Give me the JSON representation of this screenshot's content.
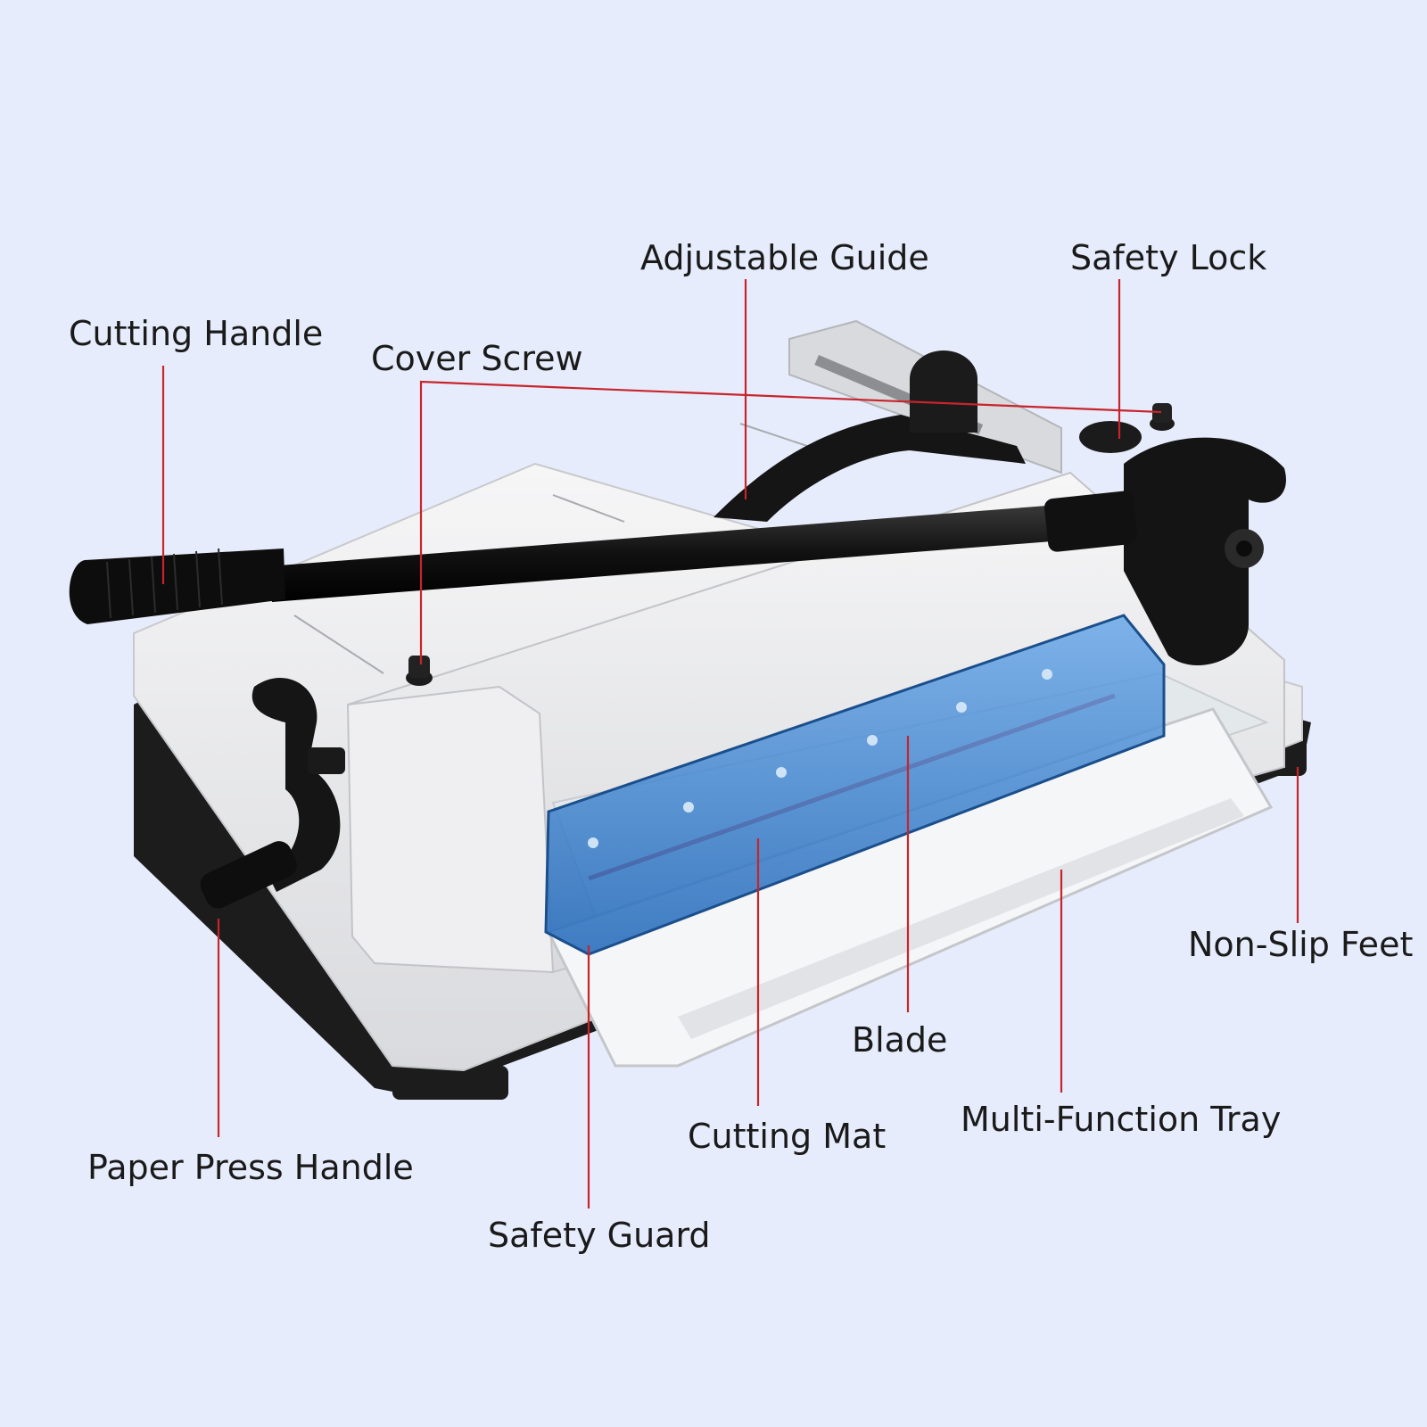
{
  "colors": {
    "background": "#e6ecfb",
    "callout_line": "#c8242c",
    "body": "#ecedef",
    "handle": "#141414",
    "guard": "#2d7fd0"
  },
  "labels": {
    "adjustable_guide": "Adjustable Guide",
    "safety_lock": "Safety Lock",
    "cutting_handle": "Cutting Handle",
    "cover_screw": "Cover Screw",
    "non_slip_feet": "Non-Slip Feet",
    "blade": "Blade",
    "multi_function_tray": "Multi-Function Tray",
    "cutting_mat": "Cutting Mat",
    "paper_press_handle": "Paper Press Handle",
    "safety_guard": "Safety Guard"
  }
}
